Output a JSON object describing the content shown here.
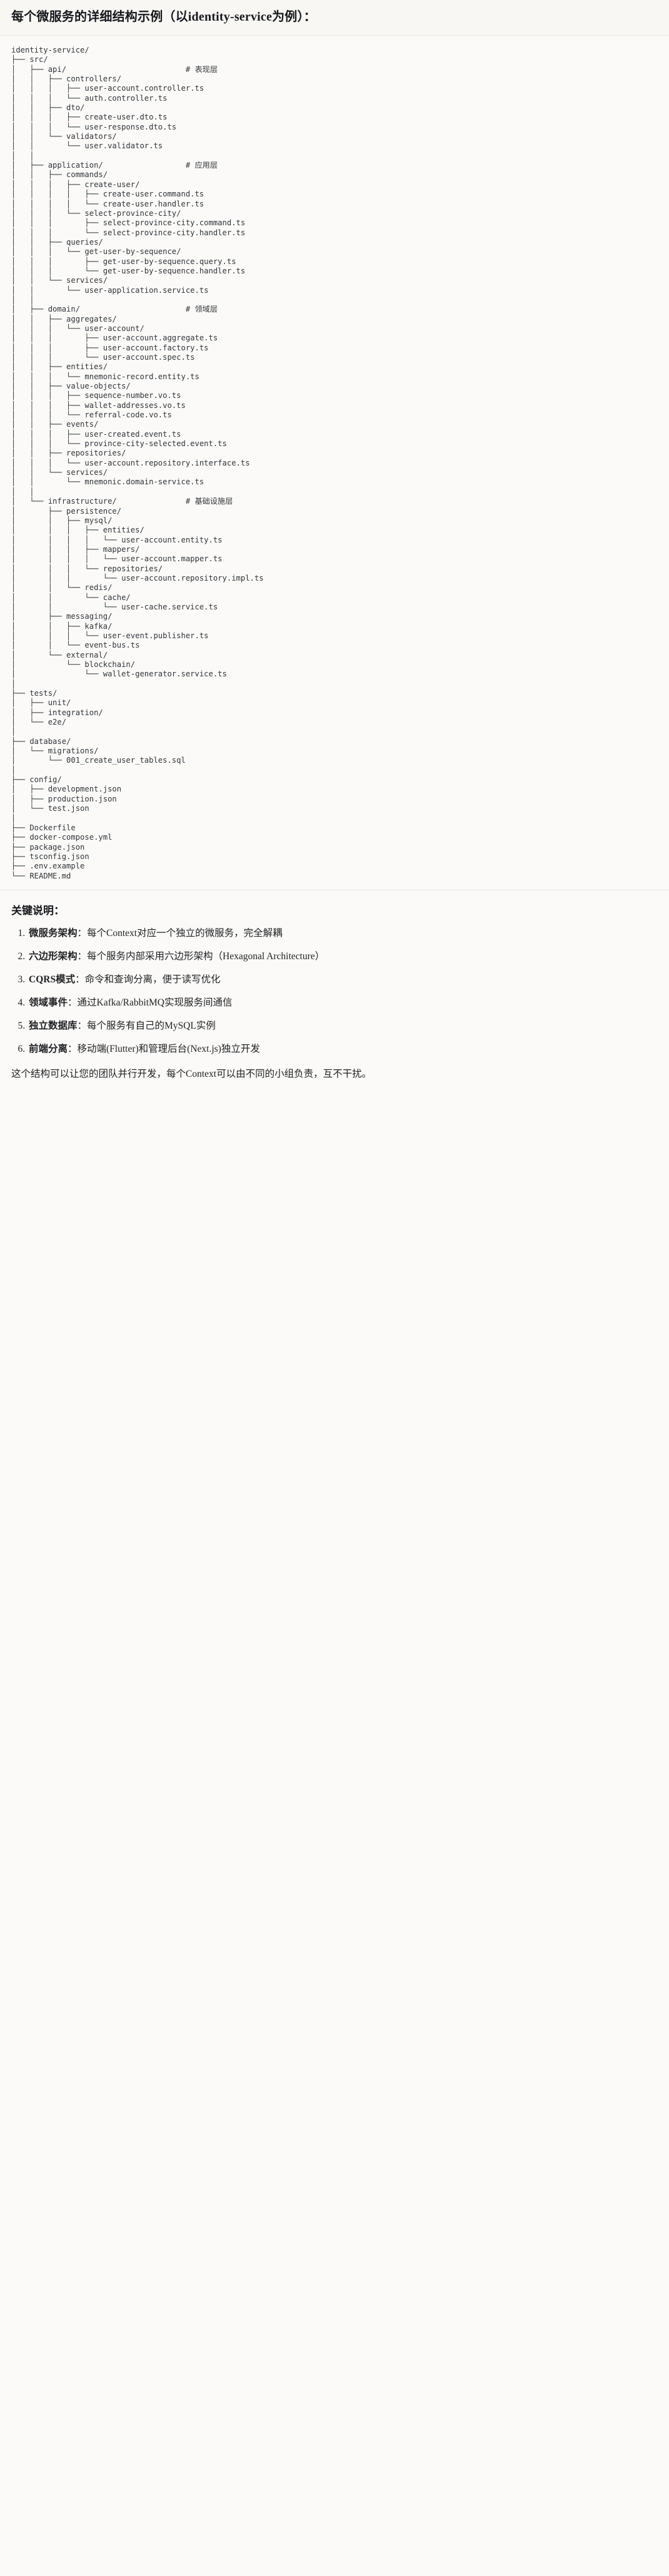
{
  "header": {
    "title": "每个微服务的详细结构示例（以identity-service为例）："
  },
  "tree": {
    "root": "identity-service/",
    "lines": [
      "identity-service/",
      "├── src/",
      "│   ├── api/                          # 表现层",
      "│   │   ├── controllers/",
      "│   │   │   ├── user-account.controller.ts",
      "│   │   │   └── auth.controller.ts",
      "│   │   ├── dto/",
      "│   │   │   ├── create-user.dto.ts",
      "│   │   │   └── user-response.dto.ts",
      "│   │   └── validators/",
      "│   │       └── user.validator.ts",
      "│   │",
      "│   ├── application/                  # 应用层",
      "│   │   ├── commands/",
      "│   │   │   ├── create-user/",
      "│   │   │   │   ├── create-user.command.ts",
      "│   │   │   │   └── create-user.handler.ts",
      "│   │   │   └── select-province-city/",
      "│   │   │       ├── select-province-city.command.ts",
      "│   │   │       └── select-province-city.handler.ts",
      "│   │   ├── queries/",
      "│   │   │   └── get-user-by-sequence/",
      "│   │   │       ├── get-user-by-sequence.query.ts",
      "│   │   │       └── get-user-by-sequence.handler.ts",
      "│   │   └── services/",
      "│   │       └── user-application.service.ts",
      "│   │",
      "│   ├── domain/                       # 领域层",
      "│   │   ├── aggregates/",
      "│   │   │   └── user-account/",
      "│   │   │       ├── user-account.aggregate.ts",
      "│   │   │       ├── user-account.factory.ts",
      "│   │   │       └── user-account.spec.ts",
      "│   │   ├── entities/",
      "│   │   │   └── mnemonic-record.entity.ts",
      "│   │   ├── value-objects/",
      "│   │   │   ├── sequence-number.vo.ts",
      "│   │   │   ├── wallet-addresses.vo.ts",
      "│   │   │   └── referral-code.vo.ts",
      "│   │   ├── events/",
      "│   │   │   ├── user-created.event.ts",
      "│   │   │   └── province-city-selected.event.ts",
      "│   │   ├── repositories/",
      "│   │   │   └── user-account.repository.interface.ts",
      "│   │   └── services/",
      "│   │       └── mnemonic.domain-service.ts",
      "│   │",
      "│   └── infrastructure/               # 基础设施层",
      "│       ├── persistence/",
      "│       │   ├── mysql/",
      "│       │   │   ├── entities/",
      "│       │   │   │   └── user-account.entity.ts",
      "│       │   │   ├── mappers/",
      "│       │   │   │   └── user-account.mapper.ts",
      "│       │   │   └── repositories/",
      "│       │   │       └── user-account.repository.impl.ts",
      "│       │   └── redis/",
      "│       │       └── cache/",
      "│       │           └── user-cache.service.ts",
      "│       ├── messaging/",
      "│       │   ├── kafka/",
      "│       │   │   └── user-event.publisher.ts",
      "│       │   └── event-bus.ts",
      "│       └── external/",
      "│           └── blockchain/",
      "│               └── wallet-generator.service.ts",
      "│",
      "├── tests/",
      "│   ├── unit/",
      "│   ├── integration/",
      "│   └── e2e/",
      "│",
      "├── database/",
      "│   └── migrations/",
      "│       └── 001_create_user_tables.sql",
      "│",
      "├── config/",
      "│   ├── development.json",
      "│   ├── production.json",
      "│   └── test.json",
      "│",
      "├── Dockerfile",
      "├── docker-compose.yml",
      "├── package.json",
      "├── tsconfig.json",
      "├── .env.example",
      "└── README.md"
    ],
    "comments": [
      "# 表现层",
      "# 应用层",
      "# 领域层",
      "# 基础设施层"
    ]
  },
  "notes": {
    "title": "关键说明：",
    "items": [
      {
        "key": "微服务架构",
        "value": "：每个Context对应一个独立的微服务，完全解耦"
      },
      {
        "key": "六边形架构",
        "value": "：每个服务内部采用六边形架构（Hexagonal Architecture）"
      },
      {
        "key": "CQRS模式",
        "value": "：命令和查询分离，便于读写优化"
      },
      {
        "key": "领域事件",
        "value": "：通过Kafka/RabbitMQ实现服务间通信"
      },
      {
        "key": "独立数据库",
        "value": "：每个服务有自己的MySQL实例"
      },
      {
        "key": "前端分离",
        "value": "：移动端(Flutter)和管理后台(Next.js)独立开发"
      }
    ],
    "footer": "这个结构可以让您的团队并行开发，每个Context可以由不同的小组负责，互不干扰。"
  }
}
